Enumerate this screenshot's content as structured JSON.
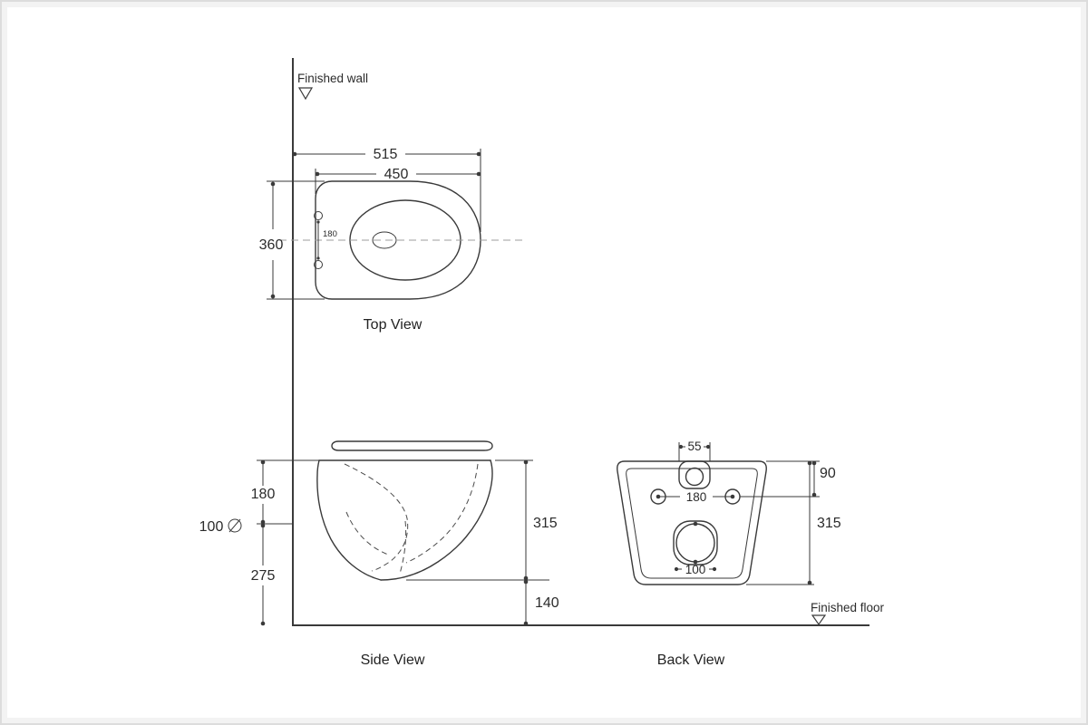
{
  "page": {
    "frame_color": "#f3f3f3"
  },
  "drawing": {
    "colors": {
      "line": "#3a3a3a",
      "text": "#2b2b2b",
      "centerline": "#9c9c9c"
    },
    "references": {
      "wall_label": "Finished wall",
      "floor_label": "Finished floor"
    },
    "top_view": {
      "label": "Top View",
      "dim_overall_depth": "515",
      "dim_bowl_length": "450",
      "dim_bowl_width": "360",
      "dim_hole_spacing": "180"
    },
    "side_view": {
      "label": "Side View",
      "dim_rim_to_outlet": "180",
      "dim_outlet_diameter": "100",
      "dim_outlet_to_floor": "275",
      "dim_rim_to_bottom": "315",
      "dim_bottom_to_floor": "140"
    },
    "back_view": {
      "label": "Back View",
      "dim_inlet_width": "55",
      "dim_bolt_spacing": "180",
      "dim_outlet_diameter": "100",
      "dim_top_to_bolt": "90",
      "dim_height": "315"
    }
  }
}
